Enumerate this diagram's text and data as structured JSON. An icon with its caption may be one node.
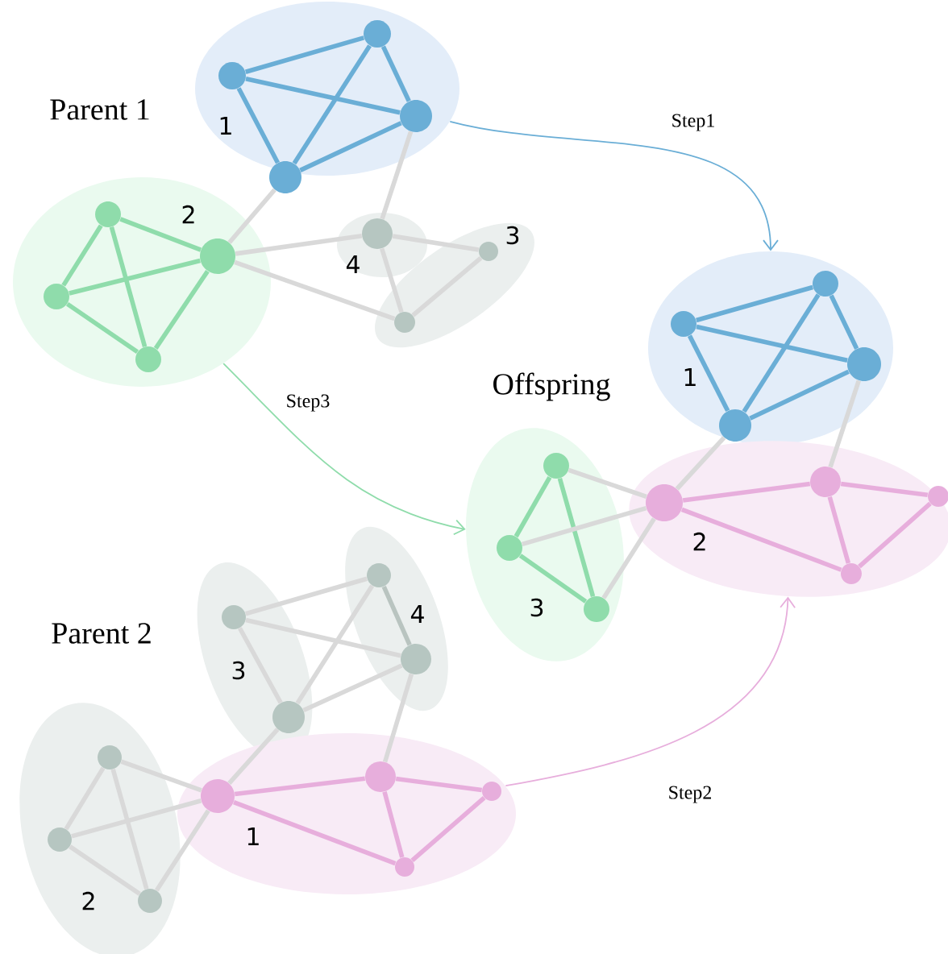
{
  "diagram": {
    "nodes": [
      {
        "text": [
          "1"
        ]
      },
      {
        "text": [],
        "shape": "circle",
        "in": 0
      },
      {
        "text": [],
        "shape": "circle",
        "in": 0
      },
      {
        "text": [],
        "shape": "circle",
        "in": 0
      },
      {
        "text": [],
        "shape": "circle",
        "in": 0
      },
      {
        "text": [
          "2"
        ]
      },
      {
        "text": [],
        "shape": "circle",
        "in": 5
      },
      {
        "text": [],
        "shape": "circle",
        "in": 5
      },
      {
        "text": [],
        "shape": "circle",
        "in": 5
      },
      {
        "text": [],
        "shape": "circle",
        "in": 5
      },
      {
        "text": [
          "4"
        ]
      },
      {
        "text": [],
        "shape": "circle",
        "in": 10
      },
      {
        "text": [
          "3"
        ]
      },
      {
        "text": [],
        "shape": "circle",
        "in": 12
      },
      {
        "text": [],
        "shape": "circle",
        "in": 12
      },
      {
        "text": [
          "1"
        ]
      },
      {
        "text": [],
        "shape": "circle",
        "in": 15
      },
      {
        "text": [],
        "shape": "circle",
        "in": 15
      },
      {
        "text": [],
        "shape": "circle",
        "in": 15
      },
      {
        "text": [],
        "shape": "circle",
        "in": 15
      },
      {
        "text": [
          "2"
        ]
      },
      {
        "text": [],
        "shape": "circle",
        "in": 20
      },
      {
        "text": [],
        "shape": "circle",
        "in": 20
      },
      {
        "text": [],
        "shape": "circle",
        "in": 20
      },
      {
        "text": [],
        "shape": "circle",
        "in": 20
      },
      {
        "text": [
          "3"
        ]
      },
      {
        "text": [],
        "shape": "circle",
        "in": 25
      },
      {
        "text": [],
        "shape": "circle",
        "in": 25
      },
      {
        "text": [],
        "shape": "circle",
        "in": 25
      },
      {
        "text": [
          "3"
        ]
      },
      {
        "text": [],
        "shape": "circle",
        "in": 29
      },
      {
        "text": [],
        "shape": "circle",
        "in": 29
      },
      {
        "text": [
          "4"
        ]
      },
      {
        "text": [],
        "shape": "circle",
        "in": 32
      },
      {
        "text": [],
        "shape": "circle",
        "in": 32
      },
      {
        "text": [
          "2"
        ]
      },
      {
        "text": [],
        "shape": "circle",
        "in": 35
      },
      {
        "text": [],
        "shape": "circle",
        "in": 35
      },
      {
        "text": [],
        "shape": "circle",
        "in": 35
      },
      {
        "text": [
          "1"
        ]
      },
      {
        "text": [],
        "shape": "circle",
        "in": 39
      },
      {
        "text": [],
        "shape": "circle",
        "in": 39
      },
      {
        "text": [],
        "shape": "circle",
        "in": 39
      },
      {
        "text": [],
        "shape": "circle",
        "in": 39
      }
    ],
    "edges": [
      {
        "from": 1,
        "to": 2,
        "arrow": "none",
        "color": "#6aaed6"
      },
      {
        "from": 1,
        "to": 3,
        "arrow": "none",
        "color": "#6aaed6"
      },
      {
        "from": 1,
        "to": 4,
        "arrow": "none",
        "color": "#6aaed6"
      },
      {
        "from": 2,
        "to": 3,
        "arrow": "none",
        "color": "#6aaed6"
      },
      {
        "from": 2,
        "to": 4,
        "arrow": "none",
        "color": "#6aaed6"
      },
      {
        "from": 3,
        "to": 4,
        "arrow": "none",
        "color": "#6aaed6"
      },
      {
        "from": 6,
        "to": 7,
        "arrow": "none",
        "color": "#8fdcab"
      },
      {
        "from": 6,
        "to": 8,
        "arrow": "none",
        "color": "#8fdcab"
      },
      {
        "from": 6,
        "to": 9,
        "arrow": "none",
        "color": "#8fdcab"
      },
      {
        "from": 7,
        "to": 8,
        "arrow": "none",
        "color": "#8fdcab"
      },
      {
        "from": 7,
        "to": 9,
        "arrow": "none",
        "color": "#8fdcab"
      },
      {
        "from": 8,
        "to": 9,
        "arrow": "none",
        "color": "#8fdcab"
      },
      {
        "from": 4,
        "to": 7,
        "arrow": "none"
      },
      {
        "from": 3,
        "to": 11,
        "arrow": "none"
      },
      {
        "from": 7,
        "to": 11,
        "arrow": "none"
      },
      {
        "from": 7,
        "to": 14,
        "arrow": "none"
      },
      {
        "from": 11,
        "to": 13,
        "arrow": "none"
      },
      {
        "from": 11,
        "to": 14,
        "arrow": "none"
      },
      {
        "from": 13,
        "to": 14,
        "arrow": "none"
      },
      {
        "from": 16,
        "to": 17,
        "arrow": "none",
        "color": "#6aaed6"
      },
      {
        "from": 16,
        "to": 18,
        "arrow": "none",
        "color": "#6aaed6"
      },
      {
        "from": 16,
        "to": 19,
        "arrow": "none",
        "color": "#6aaed6"
      },
      {
        "from": 17,
        "to": 18,
        "arrow": "none",
        "color": "#6aaed6"
      },
      {
        "from": 17,
        "to": 19,
        "arrow": "none",
        "color": "#6aaed6"
      },
      {
        "from": 18,
        "to": 19,
        "arrow": "none",
        "color": "#6aaed6"
      },
      {
        "from": 21,
        "to": 22,
        "arrow": "none",
        "color": "#e7aedc"
      },
      {
        "from": 21,
        "to": 24,
        "arrow": "none",
        "color": "#e7aedc"
      },
      {
        "from": 22,
        "to": 23,
        "arrow": "none",
        "color": "#e7aedc"
      },
      {
        "from": 22,
        "to": 24,
        "arrow": "none",
        "color": "#e7aedc"
      },
      {
        "from": 23,
        "to": 24,
        "arrow": "none",
        "color": "#e7aedc"
      },
      {
        "from": 19,
        "to": 21,
        "arrow": "none"
      },
      {
        "from": 18,
        "to": 22,
        "arrow": "none"
      },
      {
        "from": 26,
        "to": 27,
        "arrow": "none",
        "color": "#8fdcab"
      },
      {
        "from": 26,
        "to": 28,
        "arrow": "none",
        "color": "#8fdcab"
      },
      {
        "from": 27,
        "to": 28,
        "arrow": "none",
        "color": "#8fdcab"
      },
      {
        "from": 26,
        "to": 21,
        "arrow": "none"
      },
      {
        "from": 27,
        "to": 21,
        "arrow": "none"
      },
      {
        "from": 28,
        "to": 21,
        "arrow": "none"
      },
      {
        "from": 30,
        "to": 33,
        "arrow": "none"
      },
      {
        "from": 30,
        "to": 34,
        "arrow": "none"
      },
      {
        "from": 30,
        "to": 31,
        "arrow": "none"
      },
      {
        "from": 31,
        "to": 33,
        "arrow": "none"
      },
      {
        "from": 31,
        "to": 34,
        "arrow": "none"
      },
      {
        "from": 33,
        "to": 34,
        "arrow": "none",
        "color": "#b9c4c0"
      },
      {
        "from": 34,
        "to": 41,
        "arrow": "none"
      },
      {
        "from": 31,
        "to": 40,
        "arrow": "none"
      },
      {
        "from": 40,
        "to": 41,
        "arrow": "none",
        "color": "#e7aedc"
      },
      {
        "from": 40,
        "to": 43,
        "arrow": "none",
        "color": "#e7aedc"
      },
      {
        "from": 41,
        "to": 42,
        "arrow": "none",
        "color": "#e7aedc"
      },
      {
        "from": 41,
        "to": 43,
        "arrow": "none",
        "color": "#e7aedc"
      },
      {
        "from": 42,
        "to": 43,
        "arrow": "none",
        "color": "#e7aedc"
      },
      {
        "from": 36,
        "to": 40,
        "arrow": "none"
      },
      {
        "from": 36,
        "to": 37,
        "arrow": "none"
      },
      {
        "from": 36,
        "to": 38,
        "arrow": "none"
      },
      {
        "from": 37,
        "to": 40,
        "arrow": "none"
      },
      {
        "from": 37,
        "to": 38,
        "arrow": "none"
      },
      {
        "from": 38,
        "to": 40,
        "arrow": "none"
      },
      {
        "from": 0,
        "to": 15,
        "arrow": "to",
        "label": "Step1",
        "color": "#6aaed6"
      },
      {
        "from": 5,
        "to": 25,
        "arrow": "to",
        "label": "Step3",
        "color": "#8fdcab"
      },
      {
        "from": 39,
        "to": 20,
        "arrow": "to",
        "label": "Step2",
        "color": "#e7aedc"
      }
    ],
    "labels": [
      "Parent 1",
      "Offspring",
      "Parent 2"
    ]
  }
}
